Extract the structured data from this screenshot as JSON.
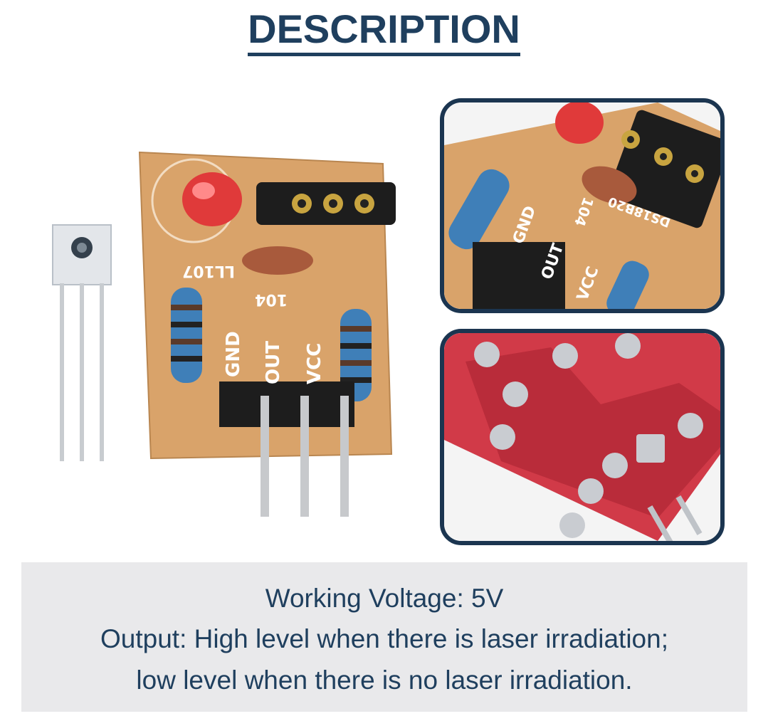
{
  "title": "DESCRIPTION",
  "board_labels": {
    "gnd": "GND",
    "out": "OUT",
    "vcc": "VCC",
    "cap": "104",
    "ref": "LL107",
    "ref2": "DS18B20"
  },
  "description": {
    "line1": "Working Voltage: 5V",
    "line2": "Output: High level when there is laser irradiation;",
    "line3": "low level when there is no laser irradiation."
  },
  "colors": {
    "title": "#1f3f5e",
    "pcb": "#d9a36a",
    "pcb_red": "#d13a48",
    "frame": "#1b3550",
    "box": "#e9e9eb"
  }
}
